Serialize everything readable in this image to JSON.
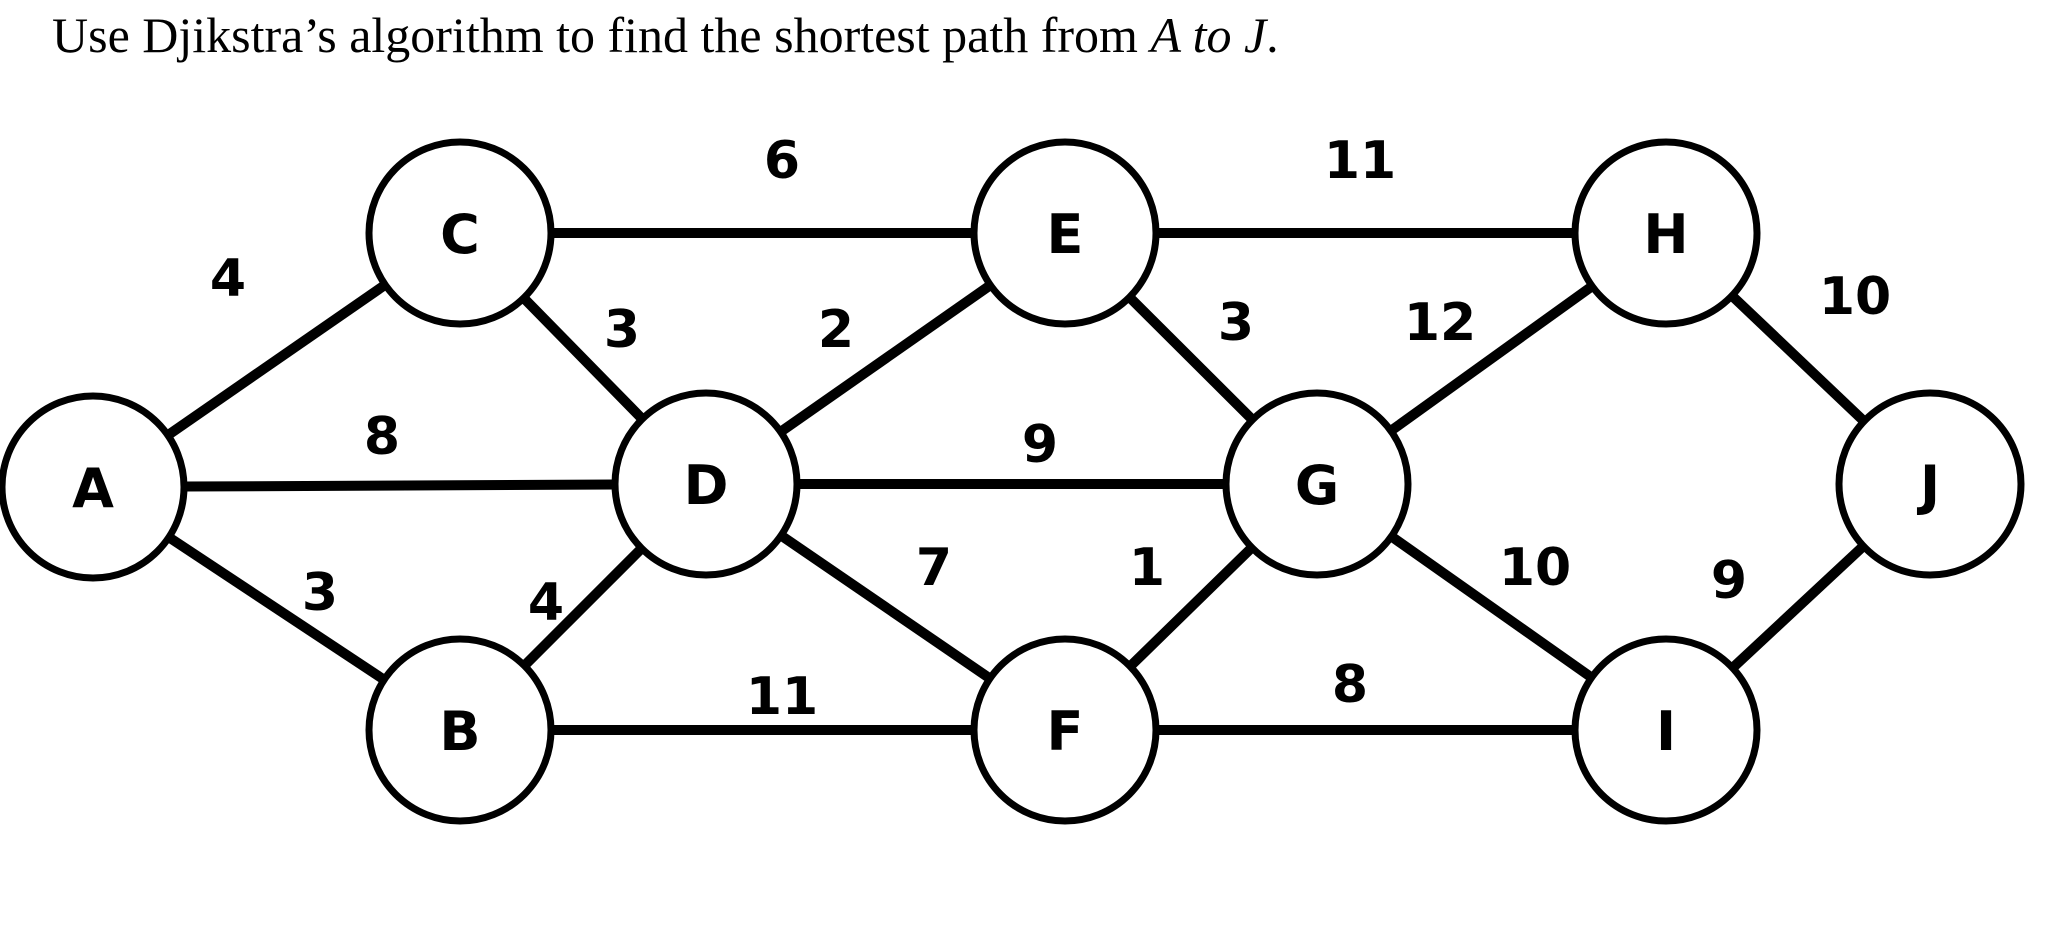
{
  "question": {
    "prefix": "Use Djikstra’s algorithm to find the shortest path from ",
    "emphasis": "A to J",
    "suffix": "."
  },
  "graph": {
    "nodes": [
      "A",
      "B",
      "C",
      "D",
      "E",
      "F",
      "G",
      "H",
      "I",
      "J"
    ],
    "edges": [
      {
        "from": "A",
        "to": "C",
        "weight": "4"
      },
      {
        "from": "A",
        "to": "D",
        "weight": "8"
      },
      {
        "from": "A",
        "to": "B",
        "weight": "3"
      },
      {
        "from": "C",
        "to": "E",
        "weight": "6"
      },
      {
        "from": "C",
        "to": "D",
        "weight": "3"
      },
      {
        "from": "B",
        "to": "D",
        "weight": "4"
      },
      {
        "from": "B",
        "to": "F",
        "weight": "11"
      },
      {
        "from": "D",
        "to": "E",
        "weight": "2"
      },
      {
        "from": "D",
        "to": "G",
        "weight": "9"
      },
      {
        "from": "D",
        "to": "F",
        "weight": "7"
      },
      {
        "from": "E",
        "to": "H",
        "weight": "11"
      },
      {
        "from": "E",
        "to": "G",
        "weight": "3"
      },
      {
        "from": "F",
        "to": "G",
        "weight": "1"
      },
      {
        "from": "F",
        "to": "I",
        "weight": "8"
      },
      {
        "from": "G",
        "to": "H",
        "weight": "12"
      },
      {
        "from": "G",
        "to": "I",
        "weight": "10"
      },
      {
        "from": "H",
        "to": "J",
        "weight": "10"
      },
      {
        "from": "I",
        "to": "J",
        "weight": "9"
      }
    ]
  }
}
